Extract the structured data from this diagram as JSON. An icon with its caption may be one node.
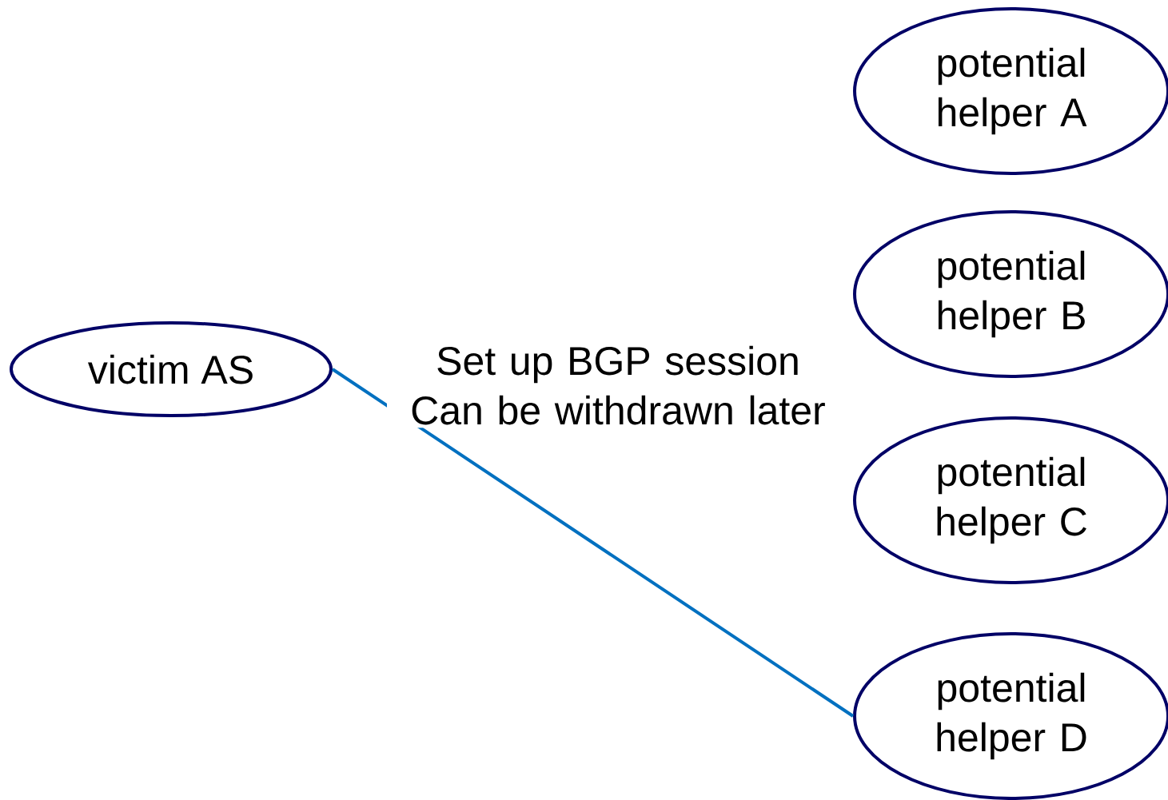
{
  "diagram": {
    "nodes": [
      {
        "text": [
          "victim AS"
        ]
      },
      {
        "text": [
          "potential helper A"
        ]
      },
      {
        "text": [
          "potential helper B"
        ]
      },
      {
        "text": [
          "potential helper C"
        ]
      },
      {
        "text": [
          "potential helper D"
        ]
      }
    ],
    "edges": [
      {
        "from": 0,
        "to": 4,
        "arrow": "none",
        "label": "Set up BGP session Can be withdrawn later",
        "color": "#0070c0"
      }
    ]
  }
}
